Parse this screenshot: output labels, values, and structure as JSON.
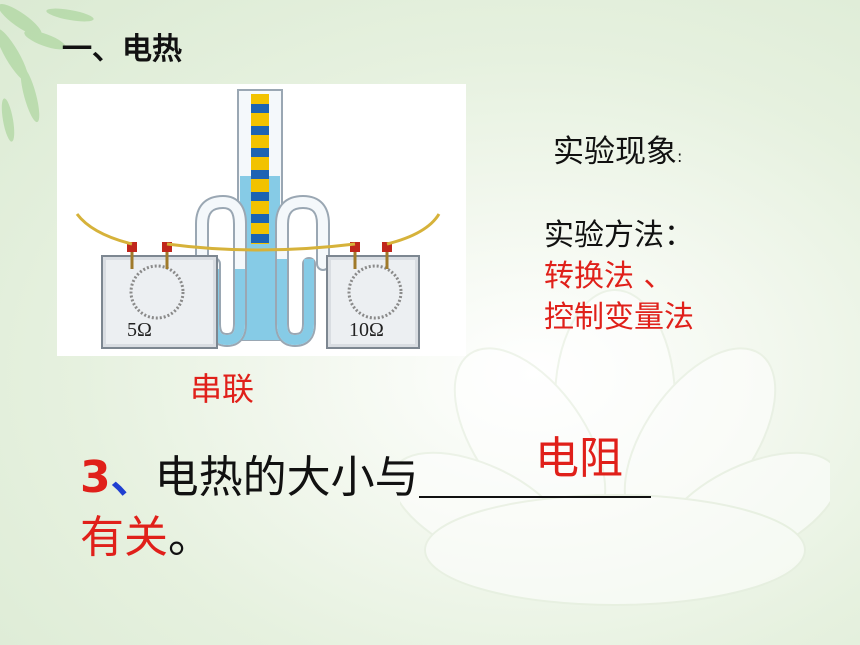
{
  "title": "一、电热",
  "figure": {
    "left_resistor": "5Ω",
    "right_resistor": "10Ω"
  },
  "connection_label": "串联",
  "phenomenon": {
    "label": "实验现象",
    "colon": ":"
  },
  "method": {
    "label": "实验方法：",
    "items": [
      "转换法 、",
      "控制变量法"
    ]
  },
  "answer": "电阻",
  "question": {
    "number": "3",
    "separator": "、",
    "text": "电热的大小与",
    "tail_red": "有关",
    "tail_end": "。"
  },
  "colors": {
    "accent_red": "#e0201a",
    "blue": "#1f3fd1",
    "water": "#86cbe6"
  }
}
